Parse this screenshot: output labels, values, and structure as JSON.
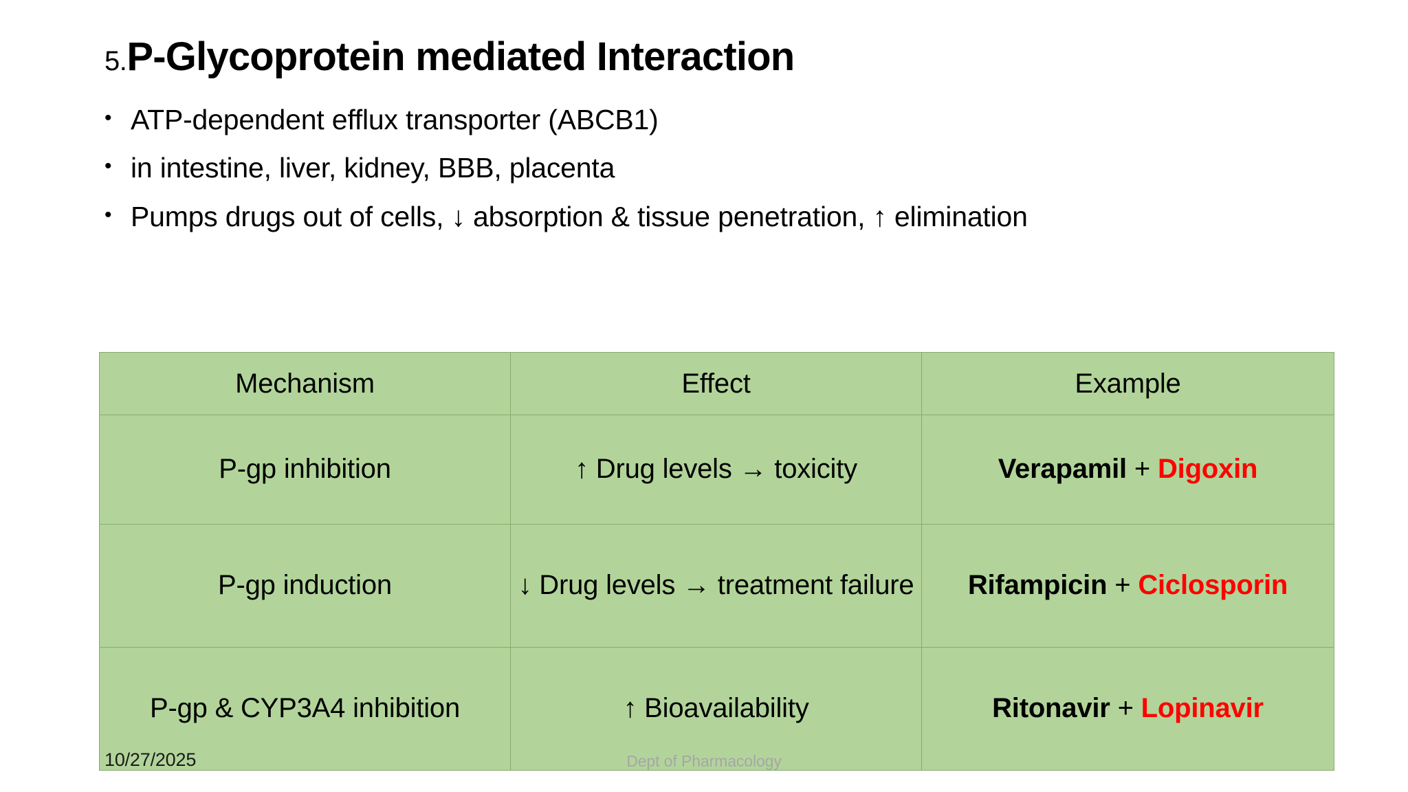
{
  "slide": {
    "title_number": "5.",
    "title_main": "P-Glycoprotein mediated Interaction",
    "bullet_marker": "•",
    "bullets": [
      "ATP-dependent efflux transporter (ABCB1)",
      "in intestine, liver, kidney, BBB, placenta",
      "Pumps drugs out of cells,  ↓  absorption & tissue penetration,  ↑ elimination"
    ],
    "table": {
      "headers": [
        "Mechanism",
        "Effect",
        "Example"
      ],
      "rows": [
        {
          "mechanism": "P-gp inhibition",
          "effect": "↑ Drug levels → toxicity",
          "example_primary": "Verapamil",
          "example_plus": " + ",
          "example_secondary": "Digoxin"
        },
        {
          "mechanism": "P-gp induction",
          "effect": "↓ Drug levels → treatment failure",
          "example_primary": "Rifampicin",
          "example_plus": " + ",
          "example_secondary": "Ciclosporin"
        },
        {
          "mechanism": "P-gp & CYP3A4 inhibition",
          "effect": "↑ Bioavailability",
          "example_primary": "Ritonavir",
          "example_plus": " + ",
          "example_secondary": "Lopinavir"
        }
      ]
    },
    "footer": {
      "date": "10/27/2025",
      "department": "Dept of Pharmacology"
    },
    "colors": {
      "table_fill": "#b2d49a",
      "table_border": "#87ab6e",
      "highlight_text": "#ff0000",
      "footer_center_text": "#a6a6a6",
      "background": "#ffffff"
    }
  }
}
